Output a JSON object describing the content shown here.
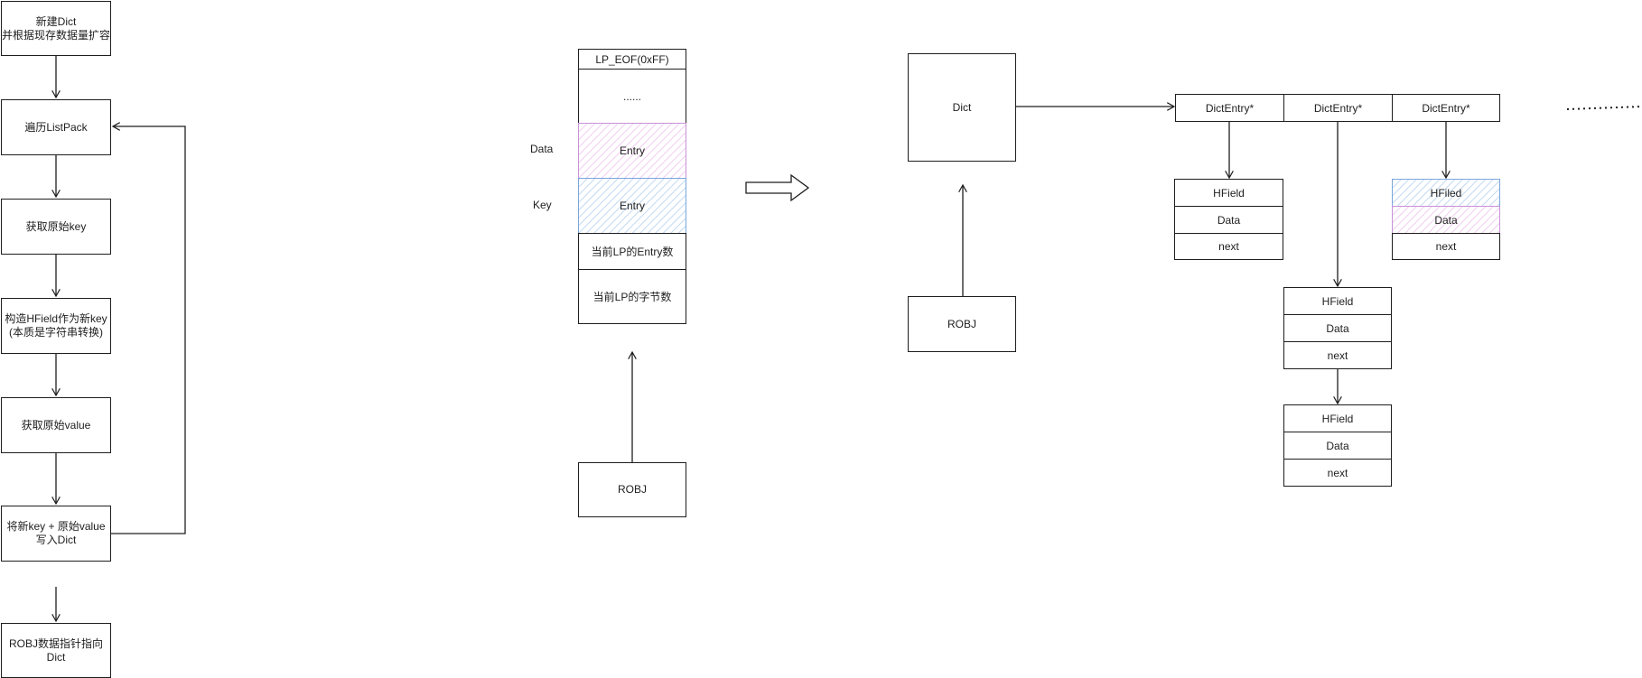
{
  "flowchart": {
    "steps": [
      "新建Dict\n并根据现存数据量扩容",
      "遍历ListPack",
      "获取原始key",
      "构造HField作为新key\n(本质是字符串转换)",
      "获取原始value",
      "将新key + 原始value\n写入Dict",
      "ROBJ数据指针指向\nDict"
    ]
  },
  "listpack": {
    "cells": [
      "LP_EOF(0xFF)",
      "......",
      "Entry",
      "Entry",
      "当前LP的Entry数",
      "当前LP的字节数"
    ],
    "side_labels": {
      "data": "Data",
      "key": "Key"
    },
    "robj": "ROBJ"
  },
  "dict": {
    "title": "Dict",
    "robj": "ROBJ",
    "buckets": [
      "DictEntry*",
      "DictEntry*",
      "DictEntry*"
    ],
    "node_a": [
      "HField",
      "Data",
      "next"
    ],
    "node_b": [
      "HField",
      "Data",
      "next"
    ],
    "node_c": [
      "HField",
      "Data",
      "next"
    ],
    "node_d": [
      "HFiled",
      "Data",
      "next"
    ]
  }
}
